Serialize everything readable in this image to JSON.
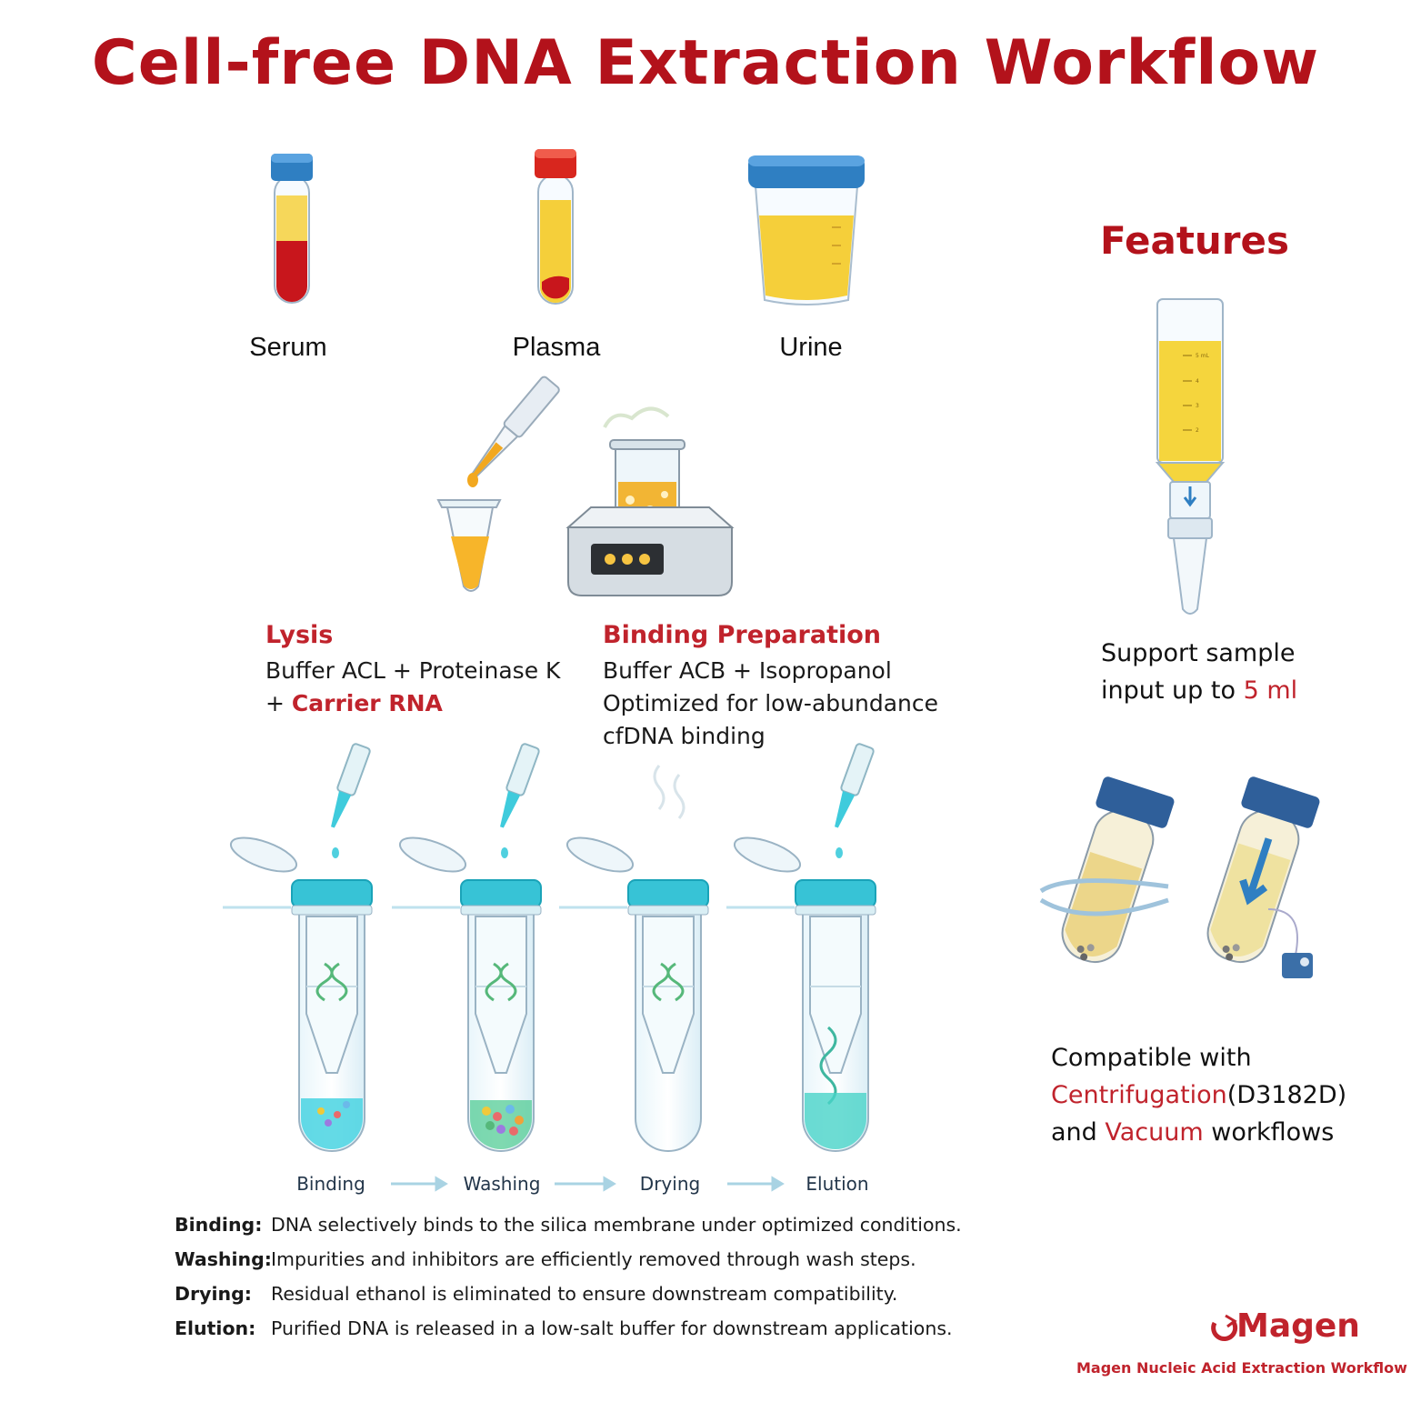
{
  "title": "Cell-free DNA Extraction Workflow",
  "samples": [
    {
      "label": "Serum"
    },
    {
      "label": "Plasma"
    },
    {
      "label": "Urine"
    }
  ],
  "lysis": {
    "heading": "Lysis",
    "line1": "Buffer ACL + Proteinase K",
    "line2_prefix": "+ ",
    "line2_highlight": "Carrier RNA"
  },
  "binding_prep": {
    "heading": "Binding Preparation",
    "line1": "Buffer ACB + Isopropanol",
    "line2": "Optimized for low-abundance",
    "line3": "cfDNA binding"
  },
  "process_steps": [
    {
      "label": "Binding"
    },
    {
      "label": "Washing"
    },
    {
      "label": "Drying"
    },
    {
      "label": "Elution"
    }
  ],
  "descriptions": [
    {
      "key": "Binding:",
      "text": "DNA selectively binds to the silica membrane under optimized conditions."
    },
    {
      "key": "Washing:",
      "text": "Impurities and inhibitors are efficiently removed through wash steps."
    },
    {
      "key": "Drying:",
      "text": "Residual ethanol is eliminated to ensure downstream compatibility."
    },
    {
      "key": "Elution:",
      "text": "Purified DNA is released in a low-salt buffer for downstream applications."
    }
  ],
  "features": {
    "heading": "Features",
    "input_line1": "Support sample",
    "input_line2_prefix": "input up to ",
    "input_highlight": "5 ml",
    "tube_marks": [
      "5 mL",
      "4",
      "3",
      "2"
    ],
    "compat_line1": "Compatible with",
    "compat_centrifugation": "Centrifugation",
    "compat_code": "(D3182D)",
    "compat_and": "and ",
    "compat_vacuum": "Vacuum",
    "compat_tail": " workflows"
  },
  "brand": {
    "logo": "Magen",
    "tagline": "Magen Nucleic Acid Extraction Workflow"
  },
  "colors": {
    "title_red": "#b3121b",
    "accent_red": "#c0232c",
    "cyan": "#29c3d6",
    "plasma_yellow": "#f5cf3a",
    "blood_red": "#c8161c",
    "cap_blue": "#2f7fc2"
  }
}
